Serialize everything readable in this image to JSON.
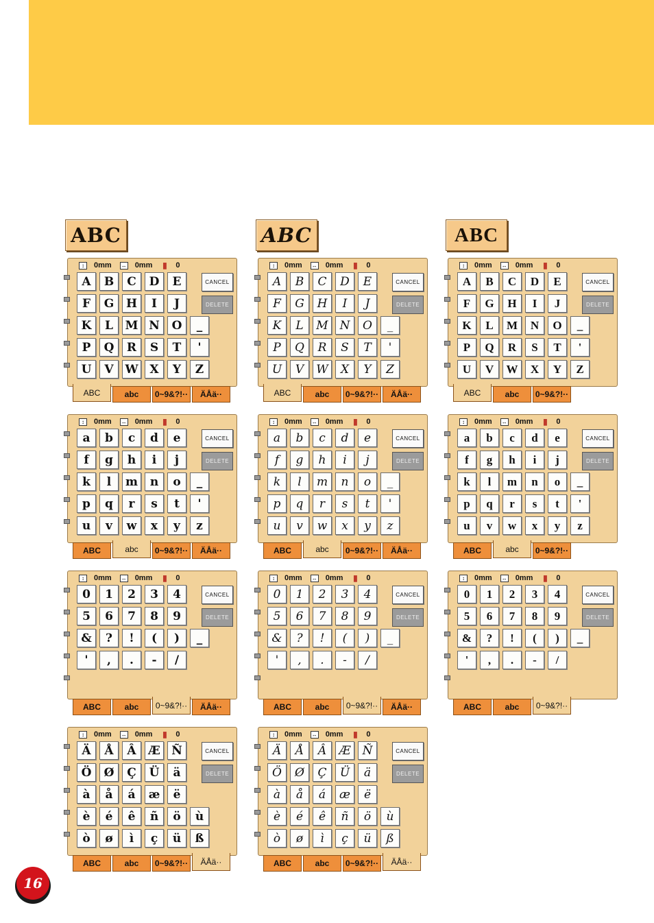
{
  "page_number": "16",
  "font_buttons": [
    "ABC",
    "ABC",
    "ABC"
  ],
  "status": {
    "height": "0mm",
    "width": "0mm",
    "thread": "0"
  },
  "controls": {
    "cancel": "CANCEL",
    "delete": "DELETE"
  },
  "tab_labels": [
    "ABC",
    "abc",
    "0~9&?!··",
    "ÄÅä··"
  ],
  "icons": {
    "height": "height-icon",
    "width": "width-icon",
    "thread": "thread-icon"
  },
  "colors": {
    "banner": "#fecb47",
    "panel": "#f2d29a",
    "tab": "#ee8f3b",
    "page_circle": "#d3141c"
  },
  "keysets": {
    "upper": [
      [
        "A",
        "B",
        "C",
        "D",
        "E"
      ],
      [
        "F",
        "G",
        "H",
        "I",
        "J"
      ],
      [
        "K",
        "L",
        "M",
        "N",
        "O",
        "_"
      ],
      [
        "P",
        "Q",
        "R",
        "S",
        "T",
        "'"
      ],
      [
        "U",
        "V",
        "W",
        "X",
        "Y",
        "Z"
      ]
    ],
    "lower": [
      [
        "a",
        "b",
        "c",
        "d",
        "e"
      ],
      [
        "f",
        "g",
        "h",
        "i",
        "j"
      ],
      [
        "k",
        "l",
        "m",
        "n",
        "o",
        "_"
      ],
      [
        "p",
        "q",
        "r",
        "s",
        "t",
        "'"
      ],
      [
        "u",
        "v",
        "w",
        "x",
        "y",
        "z"
      ]
    ],
    "digits": [
      [
        "0",
        "1",
        "2",
        "3",
        "4"
      ],
      [
        "5",
        "6",
        "7",
        "8",
        "9"
      ],
      [
        "&",
        "?",
        "!",
        "(",
        ")",
        "_"
      ],
      [
        "'",
        ",",
        ".",
        "-",
        "/"
      ]
    ],
    "accent": [
      [
        "Ä",
        "Å",
        "Â",
        "Æ",
        "Ñ"
      ],
      [
        "Ö",
        "Ø",
        "Ç",
        "Ü",
        "ä"
      ],
      [
        "à",
        "å",
        "á",
        "æ",
        "ë"
      ],
      [
        "è",
        "é",
        "ê",
        "ñ",
        "ö",
        "ù"
      ],
      [
        "ò",
        "ø",
        "ì",
        "ç",
        "ü",
        "ß"
      ]
    ]
  },
  "panels": [
    {
      "font": 1,
      "set": "upper",
      "active": 0,
      "tabs": 4
    },
    {
      "font": 2,
      "set": "upper",
      "active": 0,
      "tabs": 4
    },
    {
      "font": 3,
      "set": "upper",
      "active": 0,
      "tabs": 3
    },
    {
      "font": 1,
      "set": "lower",
      "active": 1,
      "tabs": 4
    },
    {
      "font": 2,
      "set": "lower",
      "active": 1,
      "tabs": 4
    },
    {
      "font": 3,
      "set": "lower",
      "active": 1,
      "tabs": 3
    },
    {
      "font": 1,
      "set": "digits",
      "active": 2,
      "tabs": 4
    },
    {
      "font": 2,
      "set": "digits",
      "active": 2,
      "tabs": 4
    },
    {
      "font": 3,
      "set": "digits",
      "active": 2,
      "tabs": 3
    },
    {
      "font": 1,
      "set": "accent",
      "active": 3,
      "tabs": 4
    },
    {
      "font": 2,
      "set": "accent",
      "active": 3,
      "tabs": 4
    }
  ]
}
